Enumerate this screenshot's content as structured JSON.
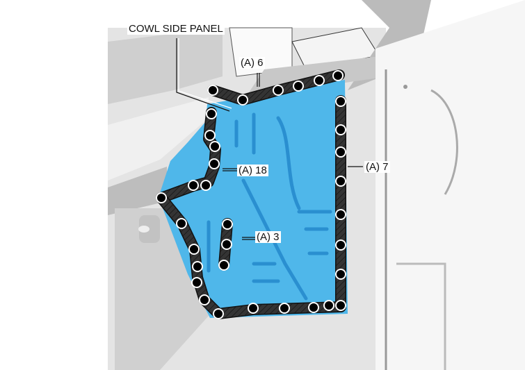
{
  "labels": {
    "cowl_side_panel": "COWL SIDE PANEL",
    "a6": "(A) 6",
    "a7": "(A) 7",
    "a18": "(A) 18",
    "a3": "(A) 3"
  },
  "colors": {
    "panel_blue": "#4fb7ea",
    "panel_blue_dark": "#2a8fd0",
    "body_gray": "#d9d9d9",
    "seam_dot": "#000000"
  }
}
